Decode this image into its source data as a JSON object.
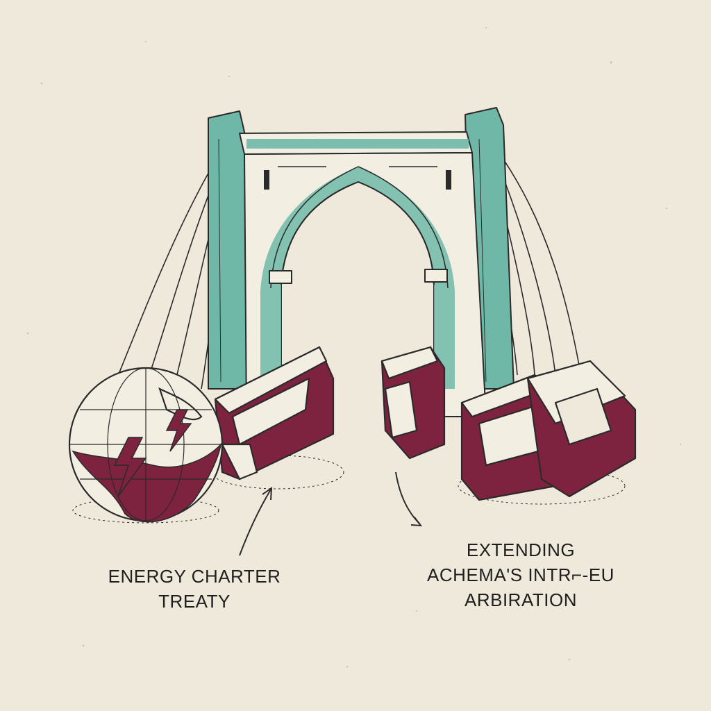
{
  "captions": {
    "left": {
      "line1": "ENERGY CHARTER",
      "line2": "TREATY"
    },
    "right": {
      "line1": "EXTENDING",
      "line2": "ACHEMA'S INTR⌐-EU",
      "line3": "ARBIRATION"
    }
  },
  "colors": {
    "paper": "#efe9dc",
    "teal": "#6fb8a8",
    "maroon": "#7d2340",
    "ink": "#2a2a2a",
    "stone": "#f3eee2"
  },
  "icons": [
    "globe-icon",
    "lightning-bolt-icon",
    "bridge-icon",
    "arrow-icon"
  ]
}
